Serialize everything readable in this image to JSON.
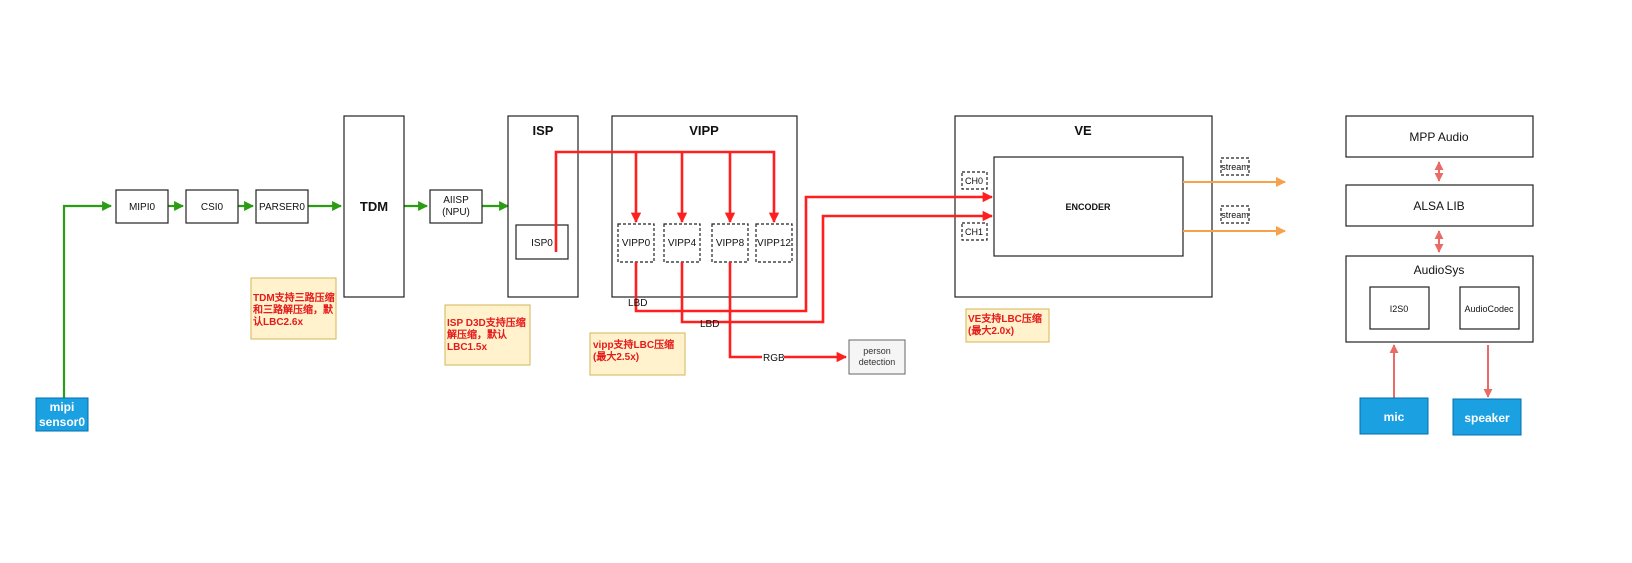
{
  "nodes": {
    "mipi_sensor": [
      "mipi",
      "sensor0"
    ],
    "mipi0": "MIPI0",
    "csi0": "CSI0",
    "parser0": "PARSER0",
    "tdm": "TDM",
    "aiisp": [
      "AIISP",
      "(NPU)"
    ],
    "isp": "ISP",
    "isp0": "ISP0",
    "vipp": "VIPP",
    "vipp0": "VIPP0",
    "vipp4": "VIPP4",
    "vipp8": "VIPP8",
    "vipp12": "VIPP12",
    "ve": "VE",
    "encoder": "ENCODER",
    "ch0": "CH0",
    "ch1": "CH1",
    "stream1": "stream",
    "stream2": "stream",
    "person_detection": [
      "person",
      "detection"
    ],
    "mpp_audio": "MPP Audio",
    "alsa_lib": "ALSA LIB",
    "audiosys": "AudioSys",
    "i2s0": "I2S0",
    "audiocodec": "AudioCodec",
    "mic": "mic",
    "speaker": "speaker"
  },
  "edge_labels": {
    "lbd1": "LBD",
    "lbd2": "LBD",
    "rgb": "RGB"
  },
  "notes": {
    "tdm": [
      "TDM支持三路压缩",
      "和三路解压缩，默",
      "认LBC2.6x"
    ],
    "isp": [
      "ISP D3D支持压缩",
      "解压缩，默认",
      "LBC1.5x"
    ],
    "vipp": [
      "vipp支持LBC压缩",
      "(最大2.5x)"
    ],
    "ve": [
      "VE支持LBC压缩",
      "(最大2.0x)"
    ]
  },
  "colors": {
    "video_flow": "#2a9d15",
    "buffer_flow": "#ff1f1f",
    "stream_out": "#f7a24b",
    "audio_flow": "#ea6b66",
    "accent_blue": "#1ba1e2",
    "note_fill": "#fff2cc"
  }
}
